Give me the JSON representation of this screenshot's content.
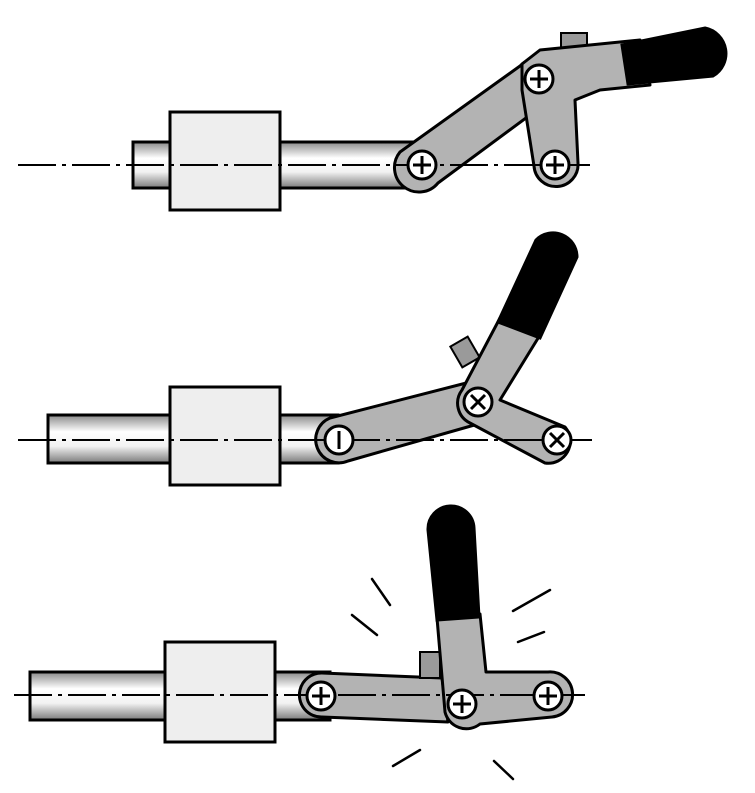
{
  "diagram": {
    "subject": "toggle-clamp-mechanism",
    "stages": [
      {
        "id": "stage-1",
        "state": "open",
        "handle": "raised-right"
      },
      {
        "id": "stage-2",
        "state": "intermediate",
        "handle": "raised-up"
      },
      {
        "id": "stage-3",
        "state": "locked-over-center",
        "handle": "vertical",
        "impact_marks": true
      }
    ],
    "colors": {
      "housing": "#eeeeee",
      "link": "#b3b3b3",
      "grip": "#000000",
      "outline": "#000000",
      "background": "#ffffff"
    }
  }
}
